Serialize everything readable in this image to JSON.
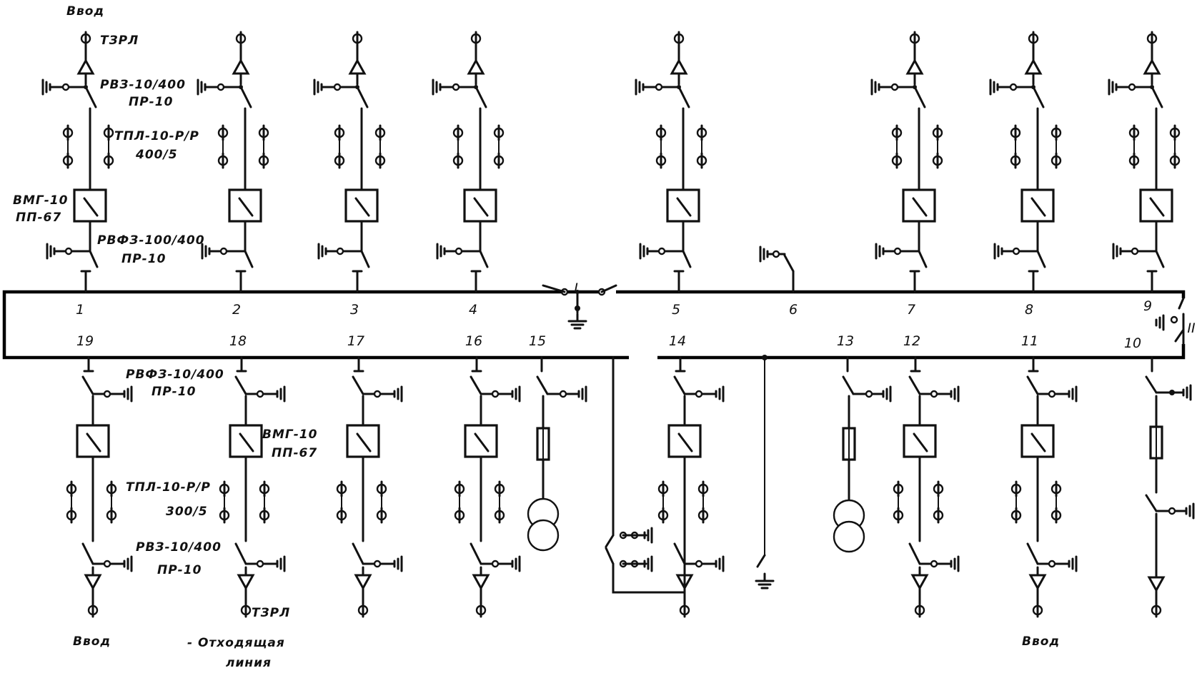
{
  "diagram": {
    "upper_cells": [
      "1",
      "2",
      "3",
      "4",
      "5",
      "6",
      "7",
      "8",
      "9"
    ],
    "lower_cells": [
      "19",
      "18",
      "17",
      "16",
      "15",
      "14",
      "13",
      "12",
      "11",
      "10"
    ],
    "section_switch_1": "I",
    "section_switch_2": "II",
    "labels": {
      "vvod_top": "Ввод",
      "tzrl_top": "ТЗРЛ",
      "rvz_top_1": "РВЗ-10/400",
      "rvz_top_2": "ПР-10",
      "tpl_top_1": "ТПЛ-10-Р/Р",
      "tpl_top_2": "400/5",
      "vmg_top_1": "ВМГ-10",
      "vmg_top_2": "ПП-67",
      "rvfz_top_1": "РВФЗ-100/400",
      "rvfz_top_2": "ПР-10",
      "rvfz_bot_1": "РВФЗ-10/400",
      "rvfz_bot_2": "ПР-10",
      "vmg_bot_1": "ВМГ-10",
      "vmg_bot_2": "ПП-67",
      "tpl_bot_1": "ТПЛ-10-Р/Р",
      "tpl_bot_2": "300/5",
      "rvz_bot_1": "РВЗ-10/400",
      "rvz_bot_2": "ПР-10",
      "tzrl_bot": "ТЗРЛ",
      "vvod_bot_left": "Ввод",
      "otkh_1": "- Отходящая",
      "otkh_2": "линия",
      "vvod_bot_right": "Ввод"
    }
  }
}
